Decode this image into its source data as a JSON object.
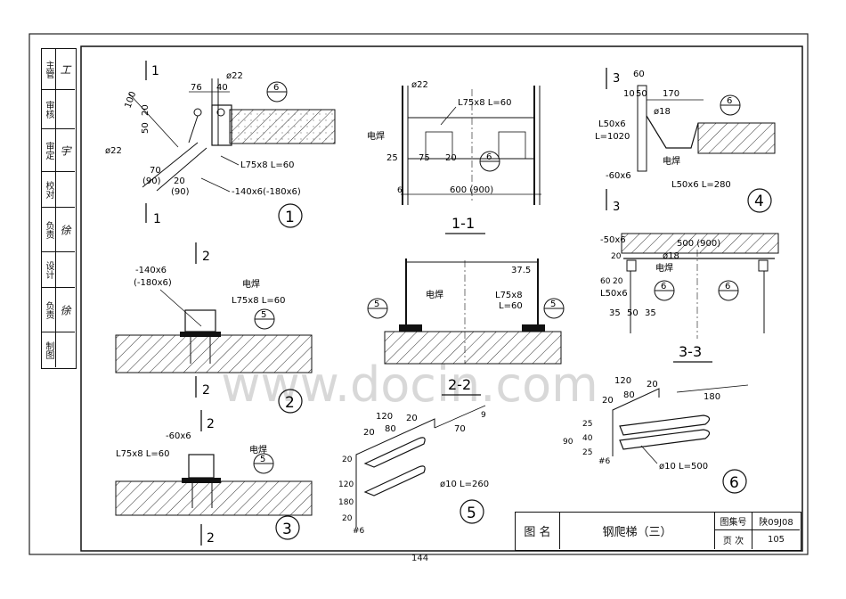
{
  "sidebar": {
    "rows": [
      {
        "label": "主管",
        "sign": "工"
      },
      {
        "label": "审核",
        "sign": ""
      },
      {
        "label": "审定",
        "sign": "宇"
      },
      {
        "label": "校对",
        "sign": ""
      },
      {
        "label": "负责",
        "sign": "徐"
      },
      {
        "label": "设计",
        "sign": ""
      },
      {
        "label": "负责",
        "sign": "徐"
      },
      {
        "label": "制图",
        "sign": ""
      }
    ]
  },
  "detail1": {
    "section_mark": "1",
    "phi": "ø22",
    "phi_left": "ø22",
    "dim_76": "76",
    "dim_40": "40",
    "dim_100": "100",
    "dim_50": "50",
    "dim_20": "20",
    "dim_70": "70",
    "dim_70b": "(90)",
    "dim_20b": "20",
    "dim_90": "(90)",
    "angle_label": "L75x8  L=60",
    "plate_label": "-140x6(-180x6)",
    "ref": "6",
    "number": "1"
  },
  "section11": {
    "phi": "ø22",
    "angle_label": "L75x8  L=60",
    "weld": "电焊",
    "dim_25": "25",
    "dim_75": "75",
    "dim_20": "20",
    "dim_600": "600  (900)",
    "dim_6": "6",
    "ref": "6",
    "caption": "1-1"
  },
  "detail4": {
    "section_mark": "3",
    "dim_60": "60",
    "dim_10": "10",
    "dim_50": "50",
    "dim_170": "170",
    "phi": "ø18",
    "angle1": "L50x6",
    "angle1_len": "L=1020",
    "weld": "电焊",
    "plate": "-60x6",
    "angle2": "L50x6  L=280",
    "ref": "6",
    "number": "4"
  },
  "detail2": {
    "section_mark": "2",
    "plate1": "-140x6",
    "plate2": "(-180x6)",
    "weld": "电焊",
    "angle": "L75x8  L=60",
    "ref": "5",
    "number": "2"
  },
  "section22": {
    "dim_37": "37.5",
    "weld": "电焊",
    "angle": "L75x8",
    "angle_len": "L=60",
    "ref": "5",
    "caption": "2-2"
  },
  "section33": {
    "plate": "-50x6",
    "dim_500": "500  (900)",
    "dim_20": "20",
    "phi": "ø18",
    "weld": "电焊",
    "angle": "L50x6",
    "dim_60": "60",
    "dim_20b": "20",
    "dim_35": "35",
    "dim_50": "50",
    "dim_35b": "35",
    "ref": "6",
    "caption": "3-3"
  },
  "detail3": {
    "section_mark": "2",
    "plate": "-60x6",
    "angle": "L75x8  L=60",
    "weld": "电焊",
    "ref": "5",
    "number": "3"
  },
  "detail5": {
    "dim_120": "120",
    "dim_20": "20",
    "dim_80": "80",
    "dim_20b": "20",
    "dim_70": "70",
    "dim_9": "9",
    "bar": "ø10  L=260",
    "v_20": "20",
    "v_120": "120",
    "v_180": "180",
    "v_20b": "20",
    "hash": "#6",
    "number": "5"
  },
  "detail6": {
    "dim_120": "120",
    "dim_20": "20",
    "dim_80": "80",
    "dim_20b": "20",
    "dim_180": "180",
    "v_90": "90",
    "v_25": "25",
    "v_40": "40",
    "v_25b": "25",
    "hash": "#6",
    "bar": "ø10  L=500",
    "number": "6"
  },
  "titleblock": {
    "name_label": "图 名",
    "name_value": "钢爬梯（三）",
    "atlas_label": "图集号",
    "atlas_value": "陕09J08",
    "page_label": "页 次",
    "page_value": "105"
  },
  "page_footer": "144",
  "watermark": "www.docin.com"
}
